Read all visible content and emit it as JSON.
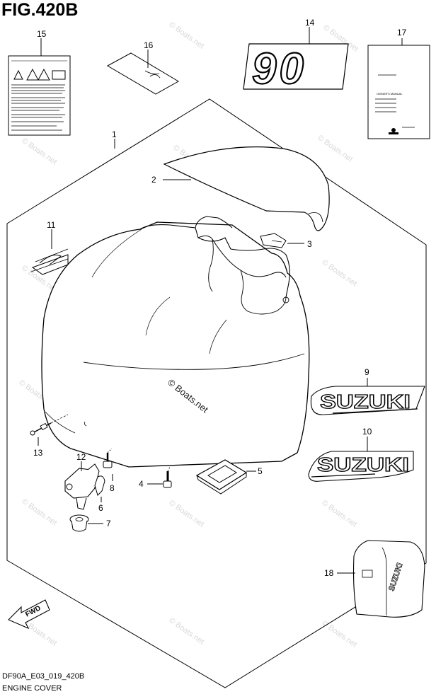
{
  "figure": {
    "title": "FIG.420B",
    "code": "DF90A_E03_019_420B",
    "name": "ENGINE COVER"
  },
  "watermark": "© Boats.net",
  "callouts": [
    "1",
    "2",
    "3",
    "4",
    "5",
    "6",
    "7",
    "8",
    "9",
    "10",
    "11",
    "12",
    "13",
    "14",
    "15",
    "16",
    "17",
    "18"
  ],
  "decals": {
    "hp_number": "90",
    "brand": "SUZUKI",
    "fwd_arrow": "FWD",
    "manual_heading": "OWNER'S MANUAL"
  },
  "colors": {
    "line": "#000000",
    "background": "#ffffff",
    "watermark": "#d9d9d9"
  }
}
